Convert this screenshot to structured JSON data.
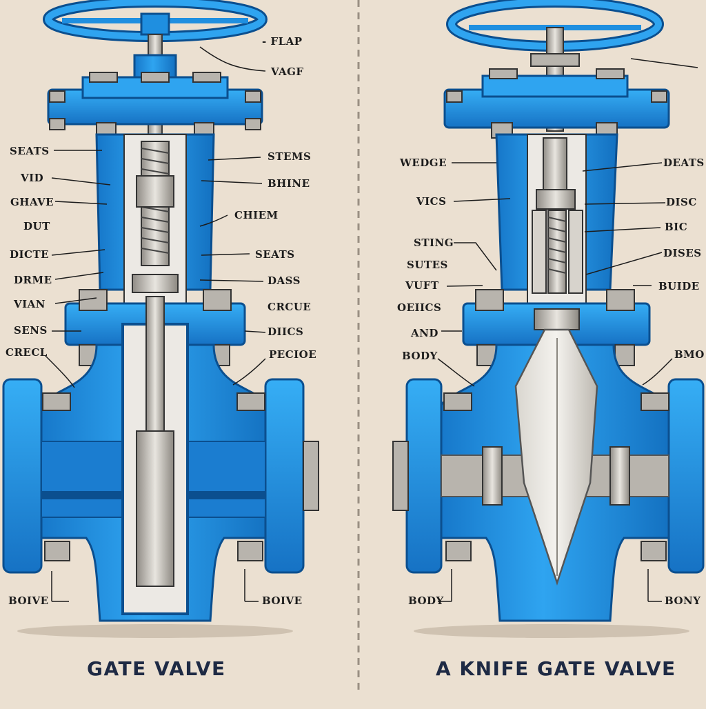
{
  "colors": {
    "background": "#ebe0d1",
    "valve_blue": "#1f8fe0",
    "valve_blue_dark": "#0b4f8f",
    "steel": "#c9c6bf",
    "leader_line": "#1c1c1c",
    "divider": "#9a8f83"
  },
  "left_panel": {
    "title": "GATE VALVE",
    "labels": {
      "flap": "- FLAP",
      "vage": "VAGF",
      "seats_left": "SEATS",
      "vid": "VID",
      "ghave": "GHAVE",
      "dut": "DUT",
      "dicte": "DICTE",
      "drme": "DRME",
      "vian": "VIAN",
      "sens": "SENS",
      "crecl": "CRECL",
      "boive_left": "BOIVE",
      "stems": "STEMS",
      "bhine": "BHINE",
      "chiem": "CHIEM",
      "seats_right": "SEATS",
      "dass": "DASS",
      "crcue": "CRCUE",
      "diics": "DIICS",
      "pecioe": "PECIOE",
      "boive_right": "BOIVE"
    }
  },
  "right_panel": {
    "title": "A KNIFE GATE VALVE",
    "labels": {
      "wedge": "WEDGE",
      "vics": "VICS",
      "sting": "STING",
      "sutes": "SUTES",
      "vuft": "VUFT",
      "oeiics": "OEIICS",
      "and": "AND",
      "body_left": "BODY",
      "body_bottom": "BODY",
      "deats": "DEATS",
      "disc": "DISC",
      "bic": "BIC",
      "dises": "DISES",
      "buide": "BUIDE",
      "bmo": "BMO",
      "bony": "BONY"
    }
  }
}
